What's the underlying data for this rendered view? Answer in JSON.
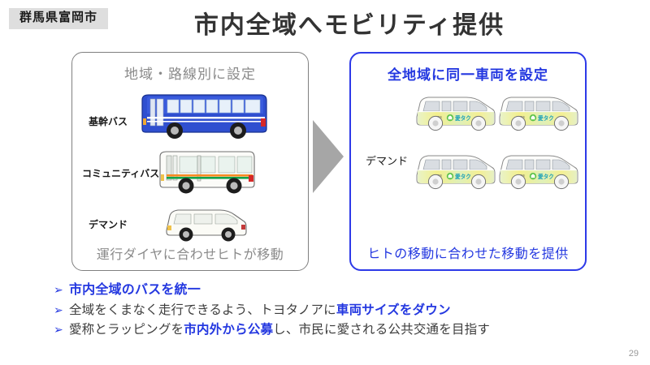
{
  "header": {
    "badge": "群馬県富岡市",
    "title": "市内全域へモビリティ提供"
  },
  "left_panel": {
    "heading": "地域・路線別に設定",
    "footer": "運行ダイヤに合わせヒトが移動",
    "rows": [
      {
        "label": "基幹バス",
        "vehicle": "trunk-bus-icon"
      },
      {
        "label": "コミュニティバス",
        "vehicle": "community-bus-icon"
      },
      {
        "label": "デマンド",
        "vehicle": "demand-van-icon"
      }
    ],
    "border_color": "#808080",
    "text_color": "#8a8a8a"
  },
  "arrow": {
    "icon": "right-arrow-icon",
    "color": "#a6a6a6"
  },
  "right_panel": {
    "heading": "全地域に同一車両を設定",
    "footer": "ヒトの移動に合わせた移動を提供",
    "row_label": "デマンド",
    "vehicle_count": 4,
    "vehicle": "wrapped-demand-van-icon",
    "vehicle_wrap_text": "愛タク",
    "border_color": "#2d39e8",
    "text_color": "#2438e0"
  },
  "bullets": [
    {
      "marker": "➢",
      "parts": [
        {
          "text": "市内全域のバスを統一",
          "emphasis": true
        }
      ]
    },
    {
      "marker": "➢",
      "parts": [
        {
          "text": "全域をくまなく走行できるよう、トヨタノアに",
          "emphasis": false
        },
        {
          "text": "車両サイズをダウン",
          "emphasis": true
        }
      ]
    },
    {
      "marker": "➢",
      "parts": [
        {
          "text": "愛称とラッピングを",
          "emphasis": false
        },
        {
          "text": "市内外から公募",
          "emphasis": true
        },
        {
          "text": "し、市民に愛される公共交通を目指す",
          "emphasis": false
        }
      ]
    }
  ],
  "footer": {
    "page_number": "29"
  },
  "colors": {
    "accent_blue": "#2438e0",
    "grey_text": "#8a8a8a",
    "badge_bg": "#dedede",
    "arrow_grey": "#a6a6a6"
  }
}
